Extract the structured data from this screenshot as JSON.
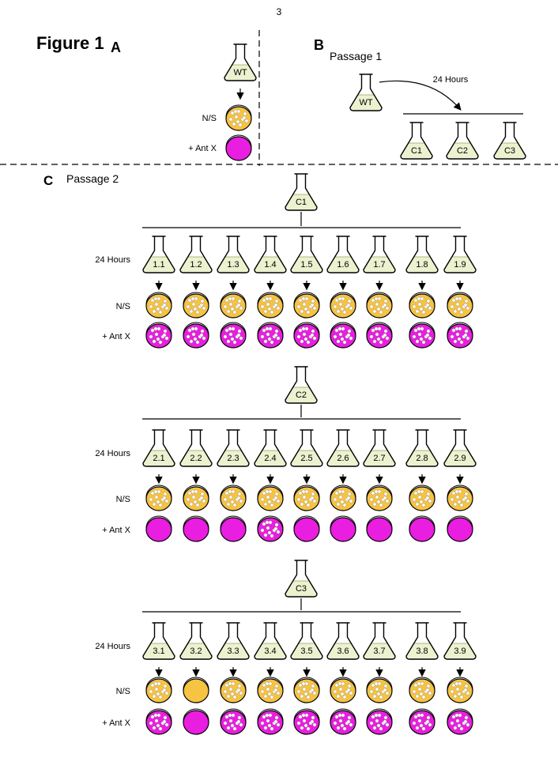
{
  "page_number": "3",
  "figure_title": "Figure 1",
  "panel_a": {
    "label": "A",
    "flask": "WT",
    "row_labels": [
      "N/S",
      "+ Ant X"
    ]
  },
  "panel_b": {
    "label": "B",
    "subtitle": "Passage 1",
    "source_flask": "WT",
    "arrow_label": "24 Hours",
    "flasks": [
      "C1",
      "C2",
      "C3"
    ]
  },
  "panel_c": {
    "label": "C",
    "subtitle": "Passage 2",
    "blocks": [
      {
        "parent": "C1",
        "time_label": "24 Hours",
        "ns_label": "N/S",
        "antx_label": "+ Ant X",
        "flasks": [
          "1.1",
          "1.2",
          "1.3",
          "1.4",
          "1.5",
          "1.6",
          "1.7",
          "1.8",
          "1.9"
        ],
        "ns_colonies": [
          true,
          true,
          true,
          true,
          true,
          true,
          true,
          true,
          true
        ],
        "antx_colonies": [
          true,
          true,
          true,
          true,
          true,
          true,
          true,
          true,
          true
        ]
      },
      {
        "parent": "C2",
        "time_label": "24 Hours",
        "ns_label": "N/S",
        "antx_label": "+ Ant X",
        "flasks": [
          "2.1",
          "2.2",
          "2.3",
          "2.4",
          "2.5",
          "2.6",
          "2.7",
          "2.8",
          "2.9"
        ],
        "ns_colonies": [
          true,
          true,
          true,
          true,
          true,
          true,
          true,
          true,
          true
        ],
        "antx_colonies": [
          false,
          false,
          false,
          true,
          false,
          false,
          false,
          false,
          false
        ]
      },
      {
        "parent": "C3",
        "time_label": "24 Hours",
        "ns_label": "N/S",
        "antx_label": "+ Ant X",
        "flasks": [
          "3.1",
          "3.2",
          "3.3",
          "3.4",
          "3.5",
          "3.6",
          "3.7",
          "3.8",
          "3.9"
        ],
        "ns_colonies": [
          true,
          false,
          true,
          true,
          true,
          true,
          true,
          true,
          true
        ],
        "antx_colonies": [
          true,
          false,
          true,
          true,
          true,
          true,
          true,
          true,
          true
        ]
      }
    ]
  },
  "colors": {
    "flask_fill": "#ecf1cf",
    "nonselective_plate": "#f6c342",
    "antibiotic_plate": "#e91ee0",
    "colony": "#ffffff",
    "line": "#000000"
  }
}
